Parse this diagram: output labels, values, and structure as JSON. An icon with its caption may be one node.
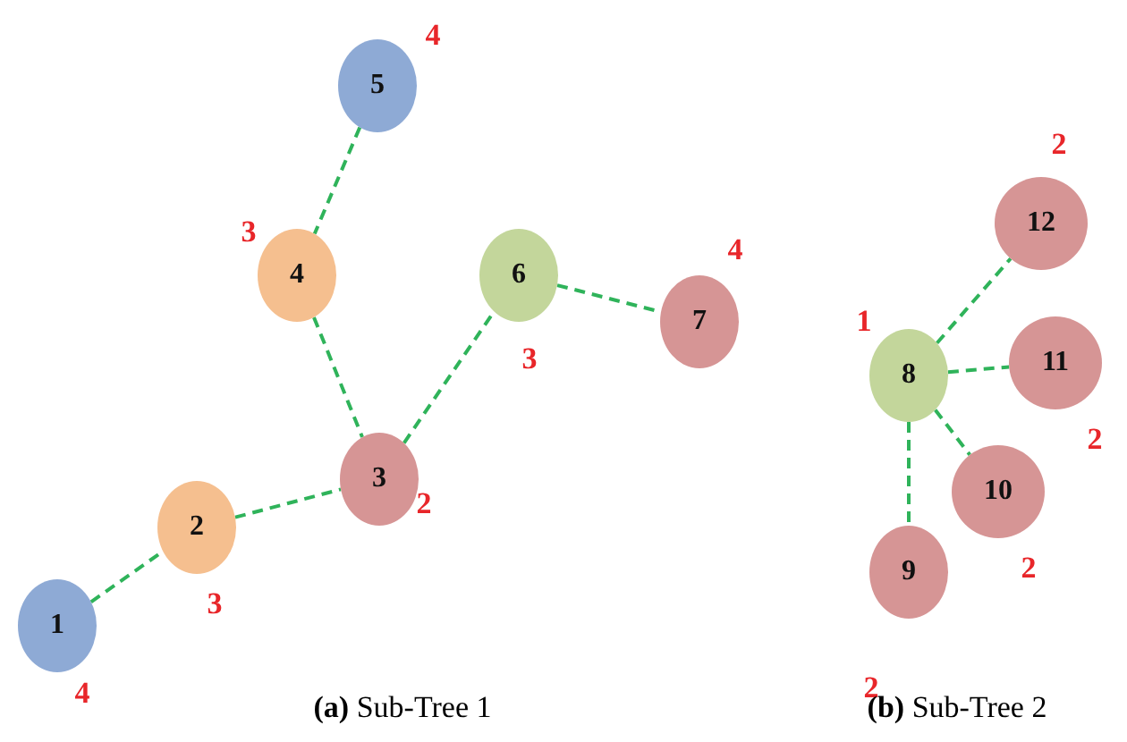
{
  "diagram": {
    "nodes": [
      {
        "text": [
          "1"
        ],
        "beside": [
          "4"
        ]
      },
      {
        "text": [
          "2"
        ],
        "beside": [
          "3"
        ]
      },
      {
        "text": [
          "3"
        ],
        "beside": [
          "2"
        ]
      },
      {
        "text": [
          "4"
        ],
        "beside": [
          "3"
        ]
      },
      {
        "text": [
          "5"
        ],
        "beside": [
          "4"
        ]
      },
      {
        "text": [
          "6"
        ],
        "beside": [
          "3"
        ]
      },
      {
        "text": [
          "7"
        ],
        "beside": [
          "4"
        ]
      },
      {
        "text": [
          "8"
        ],
        "beside": [
          "1"
        ]
      },
      {
        "text": [
          "9"
        ],
        "beside": [
          "2"
        ]
      },
      {
        "text": [
          "10"
        ],
        "beside": [
          "2"
        ]
      },
      {
        "text": [
          "11"
        ],
        "beside": [
          "2"
        ]
      },
      {
        "text": [
          "12"
        ],
        "beside": [
          "2"
        ]
      }
    ],
    "edges": [
      {
        "from": 4,
        "to": 3,
        "arrow": "none",
        "style": "dashed"
      },
      {
        "from": 3,
        "to": 2,
        "arrow": "none",
        "style": "dashed"
      },
      {
        "from": 2,
        "to": 5,
        "arrow": "none",
        "style": "dashed"
      },
      {
        "from": 5,
        "to": 6,
        "arrow": "none",
        "style": "dashed"
      },
      {
        "from": 1,
        "to": 2,
        "arrow": "none",
        "style": "dashed"
      },
      {
        "from": 0,
        "to": 1,
        "arrow": "none",
        "style": "dashed"
      },
      {
        "from": 7,
        "to": 11,
        "arrow": "none",
        "style": "dashed"
      },
      {
        "from": 7,
        "to": 10,
        "arrow": "none",
        "style": "dashed"
      },
      {
        "from": 7,
        "to": 9,
        "arrow": "none",
        "style": "dashed"
      },
      {
        "from": 7,
        "to": 8,
        "arrow": "none",
        "style": "dashed"
      }
    ],
    "labels": [
      "**(a)** Sub-Tree 1",
      "**(b)** Sub-Tree 2"
    ]
  }
}
